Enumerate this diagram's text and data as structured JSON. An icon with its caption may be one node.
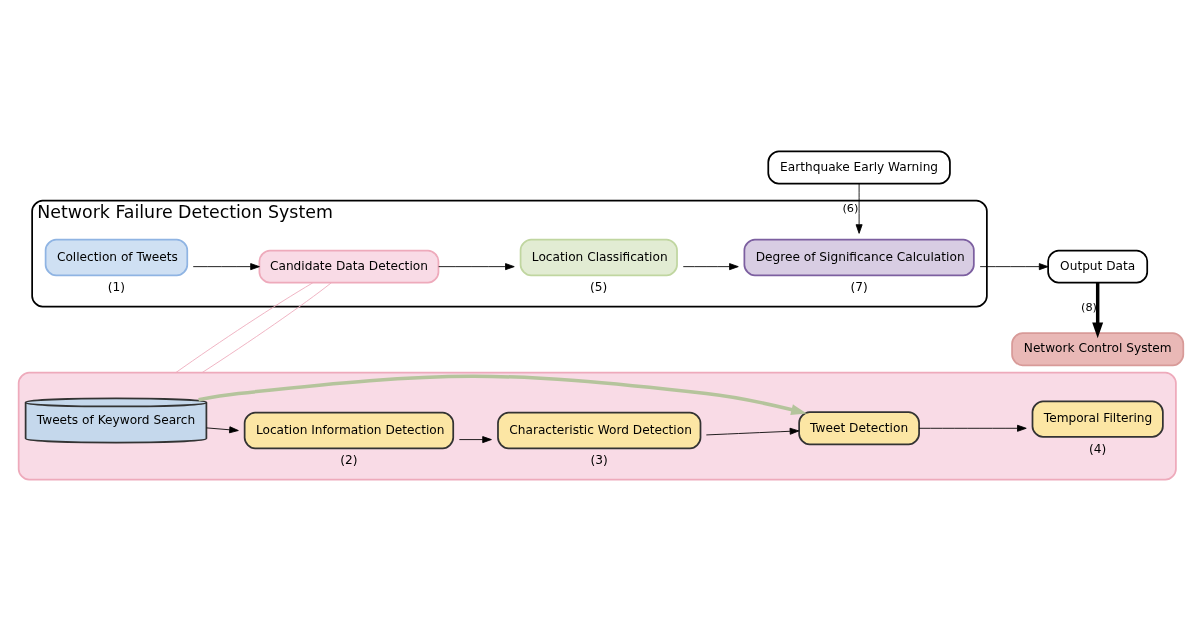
{
  "diagram": {
    "nodes": [
      {
        "text": [
          "Network Failure Detection System"
        ]
      },
      {
        "text": [
          "Collection of Tweets"
        ],
        "in": 0,
        "beside": [
          "(1)"
        ]
      },
      {
        "text": [
          "Candidate Data Detection"
        ],
        "in": 0
      },
      {
        "text": [
          "Location Classification"
        ],
        "in": 0,
        "beside": [
          "(5)"
        ]
      },
      {
        "text": [
          "Degree of Significance Calculation"
        ],
        "in": 0,
        "beside": [
          "(7)"
        ]
      },
      {
        "text": [
          "Earthquake Early Warning"
        ]
      },
      {
        "text": [
          "Output Data"
        ]
      },
      {
        "text": [
          "Network Control System"
        ]
      },
      {
        "text": [],
        "shape": "box"
      },
      {
        "text": [
          "Tweets of Keyword Search"
        ],
        "in": 8
      },
      {
        "text": [
          "Location Information Detection"
        ],
        "in": 8,
        "beside": [
          "(2)"
        ]
      },
      {
        "text": [
          "Characteristic Word Detection"
        ],
        "in": 8,
        "beside": [
          "(3)"
        ]
      },
      {
        "text": [
          "Tweet Detection"
        ],
        "in": 8
      },
      {
        "text": [
          "Temporal Filtering"
        ],
        "in": 8,
        "beside": [
          "(4)"
        ]
      }
    ],
    "edges": [
      {
        "from": 1,
        "to": 2,
        "arrow": "to"
      },
      {
        "from": 2,
        "to": 3,
        "arrow": "to"
      },
      {
        "from": 3,
        "to": 4,
        "arrow": "to"
      },
      {
        "from": 5,
        "to": 4,
        "arrow": "to",
        "label": "(6)"
      },
      {
        "from": 4,
        "to": 6,
        "arrow": "to"
      },
      {
        "from": 6,
        "to": 7,
        "arrow": "to",
        "label": "(8)",
        "style": "thick"
      },
      {
        "from": 2,
        "to": 8,
        "arrow": "none",
        "color": "#eeaabb"
      },
      {
        "from": 2,
        "to": 8,
        "arrow": "none",
        "color": "#eeaabb"
      },
      {
        "from": 9,
        "to": 10,
        "arrow": "to"
      },
      {
        "from": 10,
        "to": 11,
        "arrow": "to"
      },
      {
        "from": 11,
        "to": 12,
        "arrow": "to"
      },
      {
        "from": 12,
        "to": 13,
        "arrow": "to"
      },
      {
        "from": 9,
        "to": 12,
        "arrow": "to",
        "style": "thick",
        "color": "#b5c49c"
      }
    ]
  }
}
